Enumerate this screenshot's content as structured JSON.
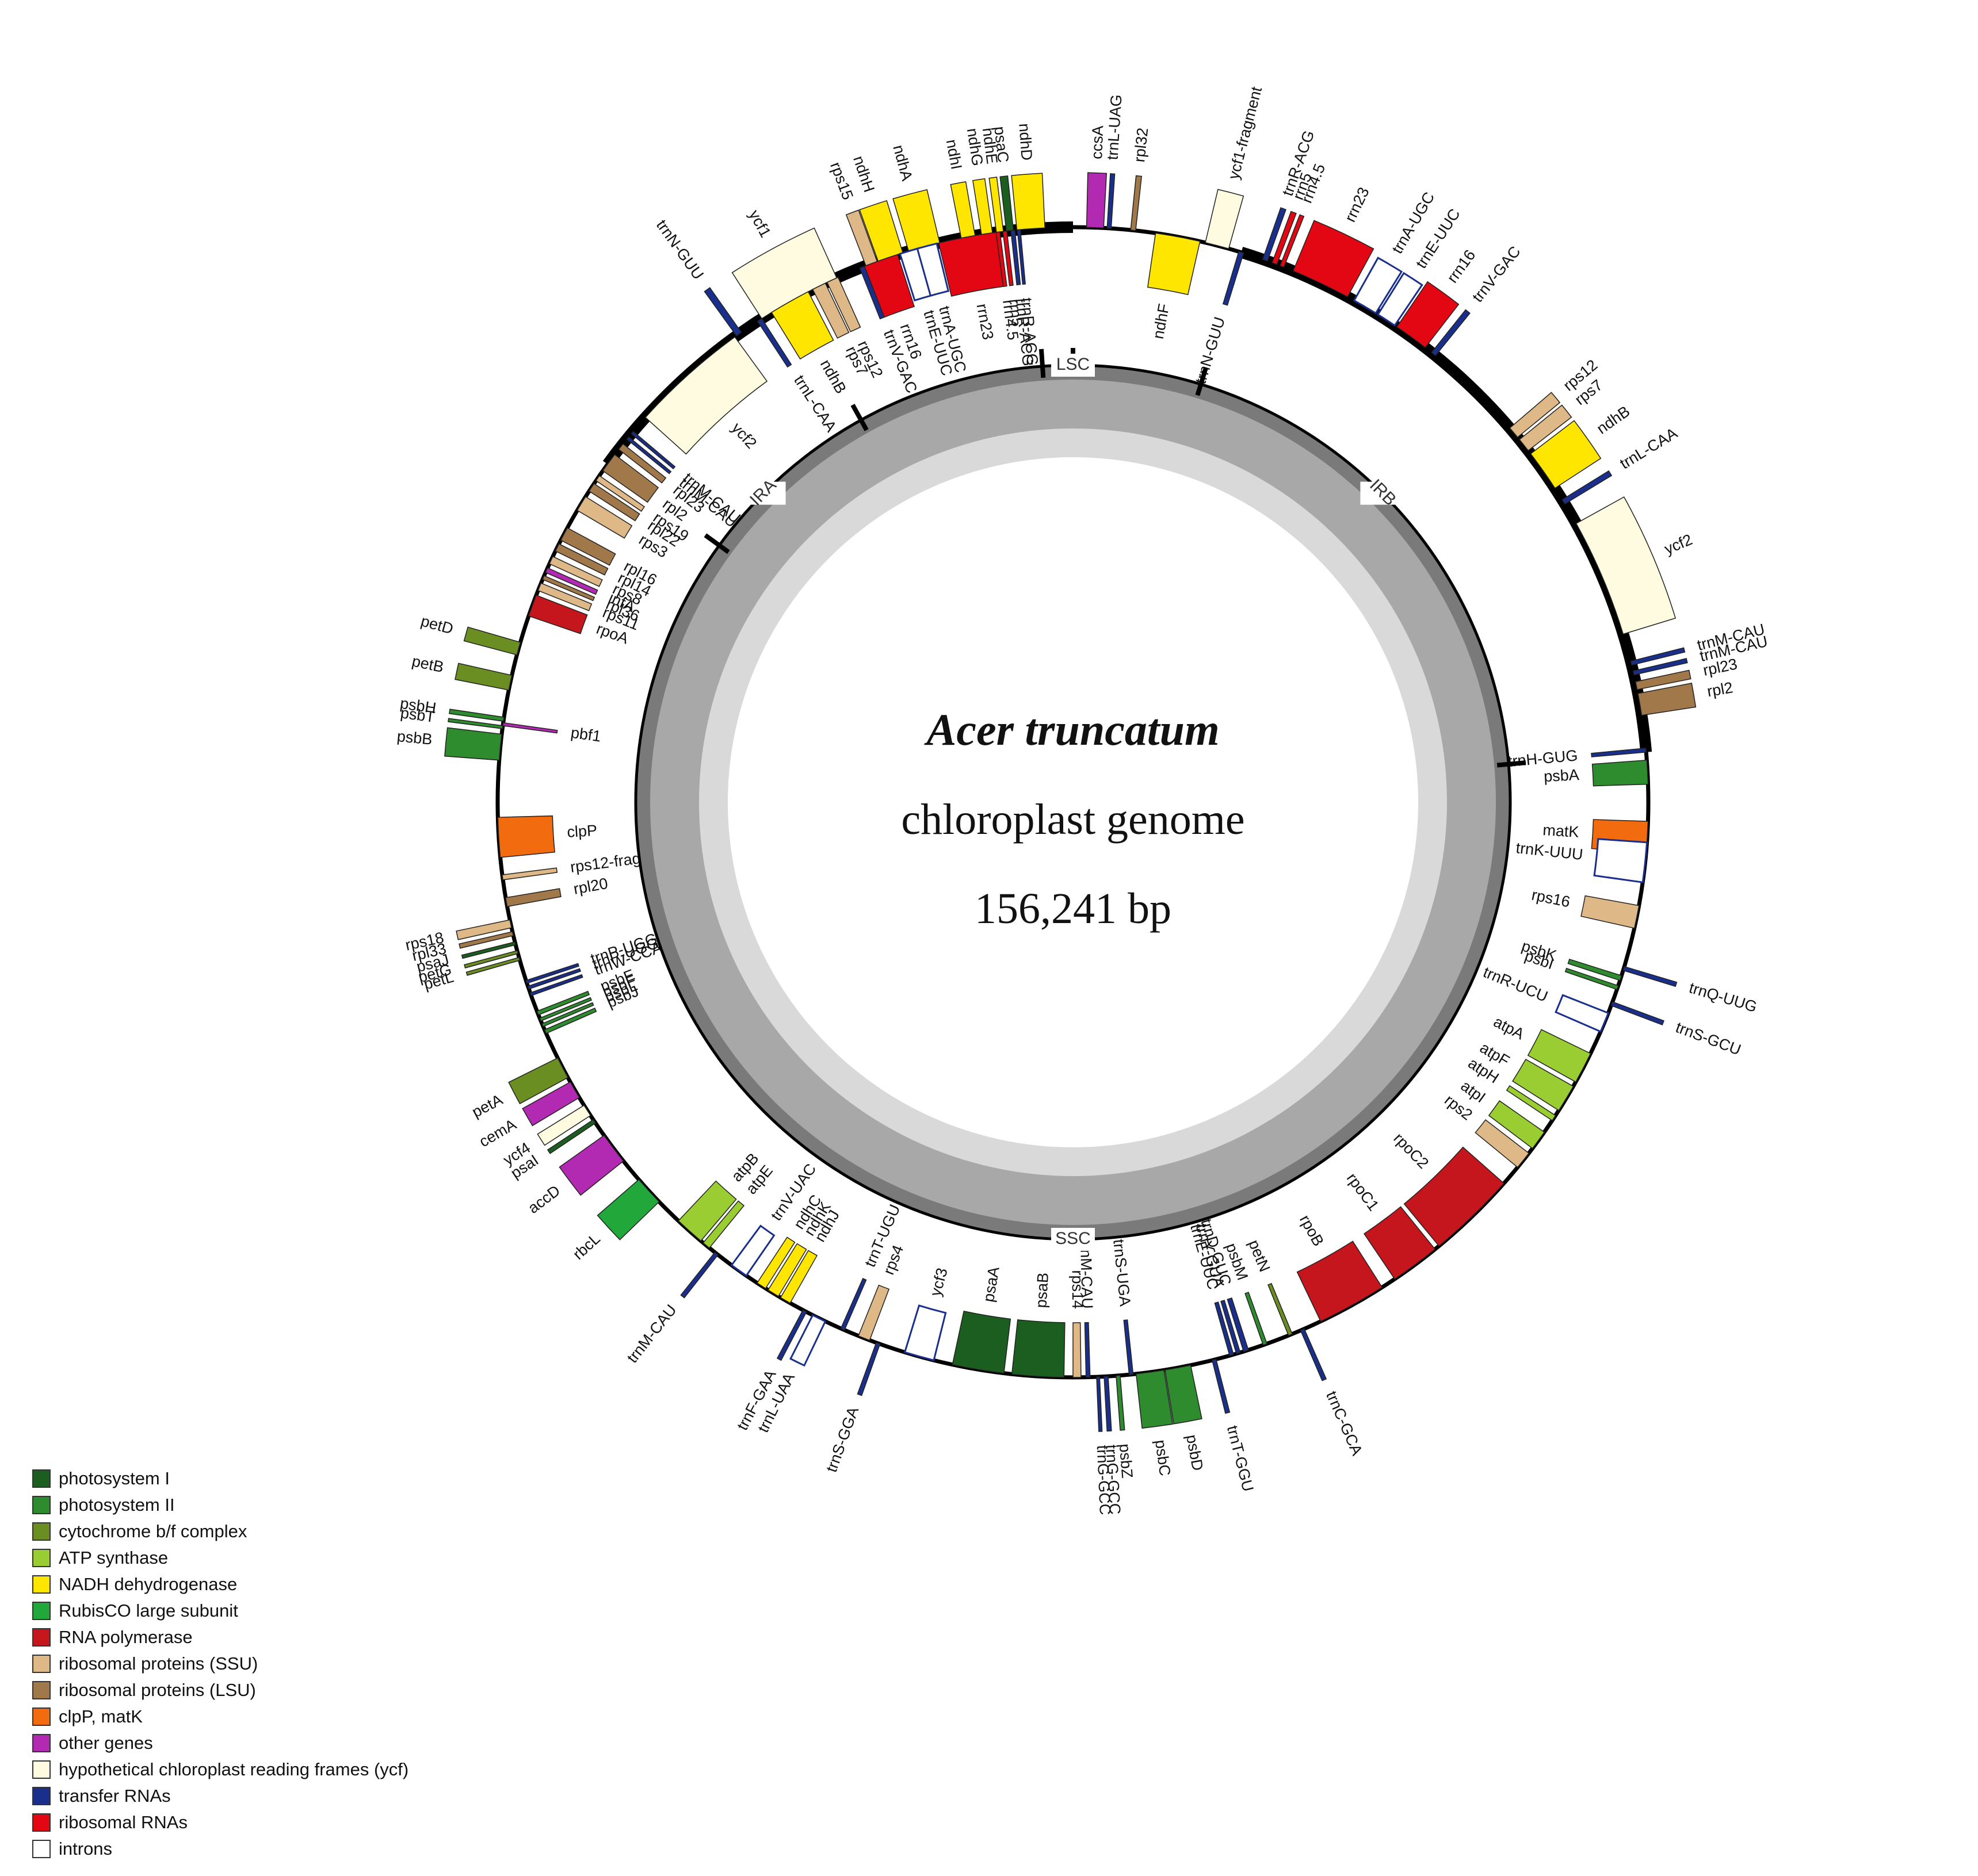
{
  "title": {
    "species": "Acer truncatum",
    "subtitle": "chloroplast genome",
    "length": "156,241 bp"
  },
  "regions": [
    "LSC",
    "IRB",
    "SSC",
    "IRA"
  ],
  "legend": [
    {
      "label": "photosystem I",
      "color": "#1b5e20"
    },
    {
      "label": "photosystem II",
      "color": "#2e8b2e"
    },
    {
      "label": "cytochrome b/f complex",
      "color": "#6b8e23"
    },
    {
      "label": "ATP synthase",
      "color": "#9acd32"
    },
    {
      "label": "NADH dehydrogenase",
      "color": "#ffe600"
    },
    {
      "label": "RubisCO large subunit",
      "color": "#22a83a"
    },
    {
      "label": "RNA polymerase",
      "color": "#c4161c"
    },
    {
      "label": "ribosomal proteins (SSU)",
      "color": "#deb887"
    },
    {
      "label": "ribosomal proteins (LSU)",
      "color": "#a0784a"
    },
    {
      "label": "clpP, matK",
      "color": "#f26b0f"
    },
    {
      "label": "other genes",
      "color": "#b22ab2"
    },
    {
      "label": "hypothetical chloroplast reading frames (ycf)",
      "color": "#fffbe0"
    },
    {
      "label": "transfer RNAs",
      "color": "#1a2f8c"
    },
    {
      "label": "ribosomal RNAs",
      "color": "#e30613"
    },
    {
      "label": "introns",
      "color": "#ffffff"
    }
  ],
  "genes": [
    {
      "name": "trnN-GUU",
      "a": -35.5,
      "c": "trna",
      "side": "out",
      "w": 0.6
    },
    {
      "name": "ycf1",
      "a": -28.5,
      "c": "ycf",
      "side": "out",
      "w": 8.5
    },
    {
      "name": "rps15",
      "a": -20.5,
      "c": "ssu",
      "side": "out",
      "w": 1.2
    },
    {
      "name": "ndhH",
      "a": -18.5,
      "c": "nadh",
      "side": "out",
      "w": 2.6
    },
    {
      "name": "ndhA",
      "a": -15.0,
      "c": "nadh",
      "side": "out",
      "w": 3.2
    },
    {
      "name": "ndhI",
      "a": -10.5,
      "c": "nadh",
      "side": "out",
      "w": 1.4
    },
    {
      "name": "ndhG",
      "a": -8.6,
      "c": "nadh",
      "side": "out",
      "w": 1.1
    },
    {
      "name": "ndhE",
      "a": -7.3,
      "c": "nadh",
      "side": "out",
      "w": 0.7
    },
    {
      "name": "psaC",
      "a": -6.3,
      "c": "ps1",
      "side": "out",
      "w": 0.7
    },
    {
      "name": "ndhD",
      "a": -4.2,
      "c": "nadh",
      "side": "out",
      "w": 2.8
    },
    {
      "name": "ccsA",
      "a": 2.2,
      "c": "other",
      "side": "out",
      "w": 1.7
    },
    {
      "name": "trnL-UAG",
      "a": 3.6,
      "c": "trna",
      "side": "out",
      "w": 0.4
    },
    {
      "name": "rpl32",
      "a": 6.0,
      "c": "lsu",
      "side": "out",
      "w": 0.5
    },
    {
      "name": "ndhF",
      "a": 10.5,
      "c": "nadh",
      "side": "in",
      "w": 4.5
    },
    {
      "name": "ycf1-fragment",
      "a": 14.5,
      "c": "ycf",
      "side": "out",
      "w": 2.4
    },
    {
      "name": "trnN-GUU",
      "a": 17.0,
      "c": "trna",
      "side": "in",
      "w": 0.5
    },
    {
      "name": "trnR-ACG",
      "a": 19.5,
      "c": "trna",
      "side": "out",
      "w": 0.5
    },
    {
      "name": "rrn5",
      "a": 20.5,
      "c": "rrna",
      "side": "out",
      "w": 0.5
    },
    {
      "name": "rrn4.5",
      "a": 21.3,
      "c": "rrna",
      "side": "out",
      "w": 0.4
    },
    {
      "name": "rrn23",
      "a": 25.5,
      "c": "rrna",
      "side": "out",
      "w": 6.0
    },
    {
      "name": "trnA-UGC",
      "a": 30.5,
      "c": "intron",
      "side": "out",
      "w": 2.5
    },
    {
      "name": "trnE-UUC",
      "a": 33.0,
      "c": "intron",
      "side": "out",
      "w": 2.0
    },
    {
      "name": "rrn16",
      "a": 36.0,
      "c": "rrna",
      "side": "out",
      "w": 3.5
    },
    {
      "name": "trnV-GAC",
      "a": 38.8,
      "c": "trna",
      "side": "out",
      "w": 0.5
    },
    {
      "name": "rps12",
      "a": 50.0,
      "c": "ssu",
      "side": "out",
      "w": 1.2
    },
    {
      "name": "rps7",
      "a": 51.6,
      "c": "ssu",
      "side": "out",
      "w": 1.4
    },
    {
      "name": "ndhB",
      "a": 54.8,
      "c": "nadh",
      "side": "out",
      "w": 4.2
    },
    {
      "name": "trnL-CAA",
      "a": 58.5,
      "c": "trna",
      "side": "out",
      "w": 0.5
    },
    {
      "name": "ycf2",
      "a": 67.0,
      "c": "ycf",
      "side": "out",
      "w": 12.0
    },
    {
      "name": "trnM-CAU",
      "a": 76.0,
      "c": "trna",
      "side": "out",
      "w": 0.4
    },
    {
      "name": "trnM-CAU",
      "a": 77.0,
      "c": "trna",
      "side": "out",
      "w": 0.4
    },
    {
      "name": "rpl23",
      "a": 78.3,
      "c": "lsu",
      "side": "out",
      "w": 0.8
    },
    {
      "name": "rpl2",
      "a": 80.2,
      "c": "lsu",
      "side": "out",
      "w": 2.2
    },
    {
      "name": "trnH-GUG",
      "a": 84.8,
      "c": "trna",
      "side": "in",
      "w": 0.4
    },
    {
      "name": "psbA",
      "a": 87.0,
      "c": "ps2",
      "side": "in",
      "w": 2.4
    },
    {
      "name": "matK",
      "a": 93.5,
      "c": "clp",
      "side": "in",
      "w": 3.2
    },
    {
      "name": "trnK-UUU",
      "a": 96.0,
      "c": "intron",
      "side": "in",
      "w": 4.0
    },
    {
      "name": "rps16",
      "a": 101.5,
      "c": "ssu",
      "side": "in",
      "w": 2.3
    },
    {
      "name": "trnQ-UUG",
      "a": 106.8,
      "c": "trna",
      "side": "out",
      "w": 0.4
    },
    {
      "name": "psbK",
      "a": 107.8,
      "c": "ps2",
      "side": "in",
      "w": 0.5
    },
    {
      "name": "psbI",
      "a": 108.8,
      "c": "ps2",
      "side": "in",
      "w": 0.4
    },
    {
      "name": "trnS-GCU",
      "a": 110.5,
      "c": "trna",
      "side": "out",
      "w": 0.4
    },
    {
      "name": "trnR-UCU",
      "a": 112.5,
      "c": "intron",
      "side": "in",
      "w": 2.0
    },
    {
      "name": "atpA",
      "a": 117.5,
      "c": "atp",
      "side": "in",
      "w": 3.2
    },
    {
      "name": "atpF",
      "a": 121.0,
      "c": "atp",
      "side": "in",
      "w": 2.8
    },
    {
      "name": "atpH",
      "a": 123.3,
      "c": "atp",
      "side": "in",
      "w": 0.6
    },
    {
      "name": "atpI",
      "a": 126.0,
      "c": "atp",
      "side": "in",
      "w": 2.0
    },
    {
      "name": "rps2",
      "a": 128.5,
      "c": "ssu",
      "side": "in",
      "w": 1.8
    },
    {
      "name": "rpoC2",
      "a": 136.0,
      "c": "rnap",
      "side": "in",
      "w": 9.0
    },
    {
      "name": "rpoC1",
      "a": 143.5,
      "c": "rnap",
      "side": "in",
      "w": 5.0
    },
    {
      "name": "rpoB",
      "a": 151.0,
      "c": "rnap",
      "side": "in",
      "w": 7.0
    },
    {
      "name": "trnC-GCA",
      "a": 156.5,
      "c": "trna",
      "side": "out",
      "w": 0.4
    },
    {
      "name": "petN",
      "a": 157.8,
      "c": "cyt",
      "side": "in",
      "w": 0.4
    },
    {
      "name": "psbM",
      "a": 160.5,
      "c": "ps2",
      "side": "in",
      "w": 0.4
    },
    {
      "name": "trnD-GUC",
      "a": 162.5,
      "c": "trna",
      "side": "in",
      "w": 0.5
    },
    {
      "name": "trnY-GUA",
      "a": 163.3,
      "c": "trna",
      "side": "in",
      "w": 0.4
    },
    {
      "name": "trnE-UUC",
      "a": 164.0,
      "c": "trna",
      "side": "in",
      "w": 0.4
    },
    {
      "name": "trnT-GGU",
      "a": 165.8,
      "c": "trna",
      "side": "out",
      "w": 0.4
    },
    {
      "name": "psbD",
      "a": 169.5,
      "c": "ps2",
      "side": "out",
      "w": 2.6
    },
    {
      "name": "psbC",
      "a": 172.3,
      "c": "ps2",
      "side": "out",
      "w": 2.8
    },
    {
      "name": "trnS-UGA",
      "a": 174.2,
      "c": "trna",
      "side": "in",
      "w": 0.4
    },
    {
      "name": "psbZ",
      "a": 175.5,
      "c": "ps2",
      "side": "out",
      "w": 0.4
    },
    {
      "name": "trnG-GCC",
      "a": 176.7,
      "c": "trna",
      "side": "out",
      "w": 0.4
    },
    {
      "name": "trnG-GCC",
      "a": 177.5,
      "c": "trna",
      "side": "out",
      "w": 0.3
    },
    {
      "name": "trnM-CAU",
      "a": 178.5,
      "c": "trna",
      "side": "in",
      "w": 0.4
    },
    {
      "name": "rps14",
      "a": 179.6,
      "c": "ssu",
      "side": "in",
      "w": 0.8
    },
    {
      "name": "psaB",
      "a": 183.5,
      "c": "ps1",
      "side": "in",
      "w": 5.2
    },
    {
      "name": "psaA",
      "a": 189.5,
      "c": "ps1",
      "side": "in",
      "w": 5.2
    },
    {
      "name": "ycf3",
      "a": 195.5,
      "c": "intron",
      "side": "in",
      "w": 3.0
    },
    {
      "name": "trnS-GGA",
      "a": 199.8,
      "c": "trna",
      "side": "out",
      "w": 0.4
    },
    {
      "name": "rps4",
      "a": 201.3,
      "c": "ssu",
      "side": "in",
      "w": 1.2
    },
    {
      "name": "trnT-UGU",
      "a": 203.6,
      "c": "trna",
      "side": "in",
      "w": 0.4
    },
    {
      "name": "trnL-UAA",
      "a": 206.2,
      "c": "intron",
      "side": "out",
      "w": 1.4
    },
    {
      "name": "trnF-GAA",
      "a": 207.8,
      "c": "trna",
      "side": "out",
      "w": 0.4
    },
    {
      "name": "ndhJ",
      "a": 210.0,
      "c": "nadh",
      "side": "in",
      "w": 1.1
    },
    {
      "name": "ndhK",
      "a": 211.4,
      "c": "nadh",
      "side": "in",
      "w": 1.2
    },
    {
      "name": "ndhC",
      "a": 212.8,
      "c": "nadh",
      "side": "in",
      "w": 1.0
    },
    {
      "name": "trnV-UAC",
      "a": 215.5,
      "c": "intron",
      "side": "in",
      "w": 1.8
    },
    {
      "name": "trnM-CAU",
      "a": 218.3,
      "c": "trna",
      "side": "out",
      "w": 0.4
    },
    {
      "name": "atpE",
      "a": 219.6,
      "c": "atp",
      "side": "in",
      "w": 0.8
    },
    {
      "name": "atpB",
      "a": 221.8,
      "c": "atp",
      "side": "in",
      "w": 3.0
    },
    {
      "name": "rbcL",
      "a": 227.5,
      "c": "rubisco",
      "side": "out",
      "w": 3.0
    },
    {
      "name": "accD",
      "a": 233.0,
      "c": "other",
      "side": "out",
      "w": 3.2
    },
    {
      "name": "psaI",
      "a": 236.3,
      "c": "ps1",
      "side": "out",
      "w": 0.4
    },
    {
      "name": "ycf4",
      "a": 237.6,
      "c": "ycf",
      "side": "out",
      "w": 1.2
    },
    {
      "name": "cemA",
      "a": 240.0,
      "c": "other",
      "side": "out",
      "w": 1.8
    },
    {
      "name": "petA",
      "a": 242.5,
      "c": "cyt",
      "side": "out",
      "w": 2.2
    },
    {
      "name": "psbJ",
      "a": 246.5,
      "c": "ps2",
      "side": "in",
      "w": 0.4
    },
    {
      "name": "psbL",
      "a": 247.2,
      "c": "ps2",
      "side": "in",
      "w": 0.3
    },
    {
      "name": "psbF",
      "a": 247.8,
      "c": "ps2",
      "side": "in",
      "w": 0.3
    },
    {
      "name": "psbE",
      "a": 248.5,
      "c": "ps2",
      "side": "in",
      "w": 0.4
    },
    {
      "name": "trnW-CCA",
      "a": 250.5,
      "c": "trna",
      "side": "in",
      "w": 0.3
    },
    {
      "name": "trnP-UGG",
      "a": 251.2,
      "c": "trna",
      "side": "in",
      "w": 0.3
    },
    {
      "name": "trnP-UGG",
      "a": 251.8,
      "c": "trna",
      "side": "in",
      "w": 0.3
    },
    {
      "name": "petL",
      "a": 254.2,
      "c": "cyt",
      "side": "out",
      "w": 0.3
    },
    {
      "name": "petG",
      "a": 254.9,
      "c": "cyt",
      "side": "out",
      "w": 0.3
    },
    {
      "name": "psaJ",
      "a": 255.8,
      "c": "ps1",
      "side": "out",
      "w": 0.3
    },
    {
      "name": "rpl33",
      "a": 256.8,
      "c": "lsu",
      "side": "out",
      "w": 0.4
    },
    {
      "name": "rps18",
      "a": 257.8,
      "c": "ssu",
      "side": "out",
      "w": 0.8
    },
    {
      "name": "rpl20",
      "a": 260.0,
      "c": "lsu",
      "side": "in",
      "w": 0.9
    },
    {
      "name": "rps12-fragment",
      "a": 262.5,
      "c": "ssu",
      "side": "in",
      "w": 0.5
    },
    {
      "name": "clpP",
      "a": 266.5,
      "c": "clp",
      "side": "in",
      "w": 4.0
    },
    {
      "name": "psbB",
      "a": 275.5,
      "c": "ps2",
      "side": "out",
      "w": 2.6
    },
    {
      "name": "psbT",
      "a": 277.5,
      "c": "ps2",
      "side": "out",
      "w": 0.3
    },
    {
      "name": "psbH",
      "a": 278.3,
      "c": "ps2",
      "side": "out",
      "w": 0.4
    },
    {
      "name": "pbf1",
      "a": 277.8,
      "c": "other",
      "side": "in",
      "w": 0.3
    },
    {
      "name": "petB",
      "a": 282.0,
      "c": "cyt",
      "side": "out",
      "w": 1.5
    },
    {
      "name": "petD",
      "a": 285.5,
      "c": "cyt",
      "side": "out",
      "w": 1.3
    },
    {
      "name": "rpoA",
      "a": 290.0,
      "c": "rnap",
      "side": "in",
      "w": 2.2
    },
    {
      "name": "rps11",
      "a": 292.0,
      "c": "ssu",
      "side": "in",
      "w": 0.8
    },
    {
      "name": "rpl36",
      "a": 293.0,
      "c": "lsu",
      "side": "in",
      "w": 0.4
    },
    {
      "name": "infA",
      "a": 293.8,
      "c": "other",
      "side": "in",
      "w": 0.5
    },
    {
      "name": "rps8",
      "a": 294.9,
      "c": "ssu",
      "side": "in",
      "w": 0.8
    },
    {
      "name": "rpl14",
      "a": 296.3,
      "c": "lsu",
      "side": "in",
      "w": 0.8
    },
    {
      "name": "rpl16",
      "a": 297.8,
      "c": "lsu",
      "side": "in",
      "w": 1.4
    },
    {
      "name": "rps3",
      "a": 301.3,
      "c": "ssu",
      "side": "in",
      "w": 1.6
    },
    {
      "name": "rpl22",
      "a": 303.2,
      "c": "lsu",
      "side": "in",
      "w": 0.9
    },
    {
      "name": "rps19",
      "a": 304.3,
      "c": "ssu",
      "side": "in",
      "w": 0.6
    },
    {
      "name": "rpl2",
      "a": 306.2,
      "c": "lsu",
      "side": "in",
      "w": 2.0
    },
    {
      "name": "rpl23",
      "a": 308.2,
      "c": "lsu",
      "side": "in",
      "w": 0.7
    },
    {
      "name": "trnM-CAU",
      "a": 309.3,
      "c": "trna",
      "side": "in",
      "w": 0.3
    },
    {
      "name": "trnM-CAU",
      "a": 310.0,
      "c": "trna",
      "side": "in",
      "w": 0.3
    },
    {
      "name": "ycf2",
      "a": 318.0,
      "c": "ycf",
      "side": "in",
      "w": 12.0
    },
    {
      "name": "trnL-CAA",
      "a": 327.0,
      "c": "trna",
      "side": "in",
      "w": 0.5
    },
    {
      "name": "ndhB",
      "a": 330.5,
      "c": "nadh",
      "side": "in",
      "w": 4.2
    },
    {
      "name": "rps7",
      "a": 333.8,
      "c": "ssu",
      "side": "in",
      "w": 1.4
    },
    {
      "name": "rps12",
      "a": 335.3,
      "c": "ssu",
      "side": "in",
      "w": 1.2
    },
    {
      "name": "trnV-GAC",
      "a": 338.5,
      "c": "trna",
      "side": "in",
      "w": 0.5
    },
    {
      "name": "rrn16",
      "a": 340.5,
      "c": "rrna",
      "side": "in",
      "w": 3.5
    },
    {
      "name": "trnE-UUC",
      "a": 343.5,
      "c": "intron",
      "side": "in",
      "w": 2.0
    },
    {
      "name": "trnA-UGC",
      "a": 345.3,
      "c": "intron",
      "side": "in",
      "w": 2.0
    },
    {
      "name": "rrn23",
      "a": 349.5,
      "c": "rrna",
      "side": "in",
      "w": 6.0
    },
    {
      "name": "rrn4.5",
      "a": 352.5,
      "c": "rrna",
      "side": "in",
      "w": 0.4
    },
    {
      "name": "rrn5",
      "a": 353.2,
      "c": "rrna",
      "side": "in",
      "w": 0.4
    },
    {
      "name": "trnR-ACG",
      "a": 354.0,
      "c": "trna",
      "side": "in",
      "w": 0.4
    },
    {
      "name": "trnR-ACG",
      "a": 354.6,
      "c": "trna",
      "side": "in",
      "w": 0.3
    }
  ]
}
